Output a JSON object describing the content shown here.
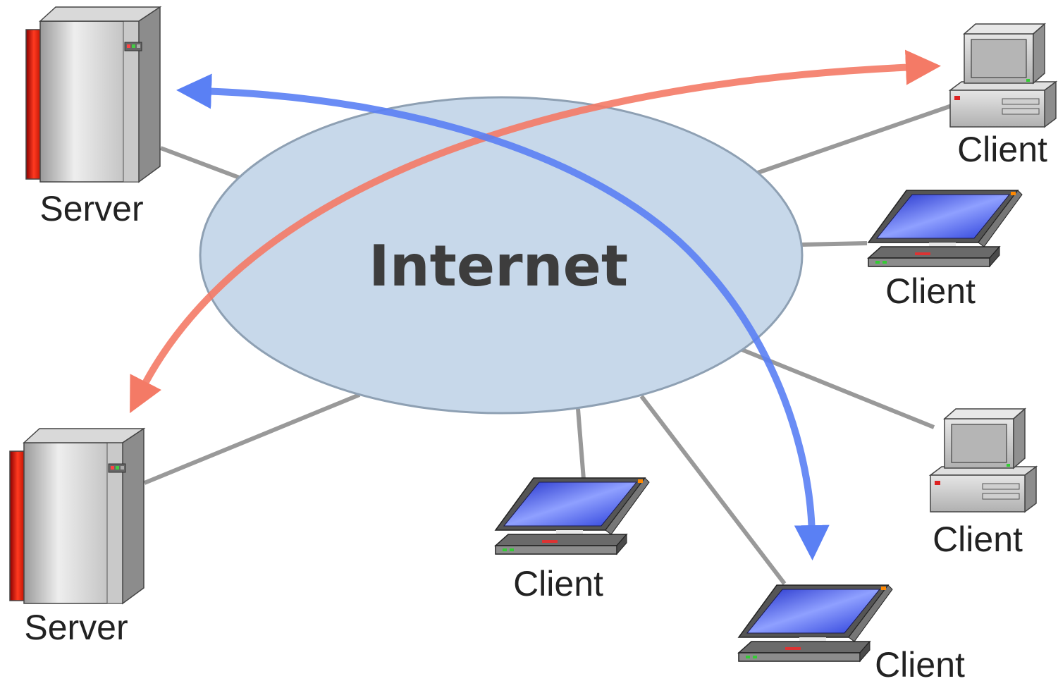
{
  "hub": {
    "label": "Internet"
  },
  "nodes": [
    {
      "type": "server",
      "label": "Server"
    },
    {
      "type": "server",
      "label": "Server"
    },
    {
      "type": "desktop",
      "label": "Client"
    },
    {
      "type": "laptop",
      "label": "Client"
    },
    {
      "type": "desktop",
      "label": "Client"
    },
    {
      "type": "laptop",
      "label": "Client"
    },
    {
      "type": "laptop",
      "label": "Client"
    }
  ],
  "flows": [
    {
      "color": "#f47a66",
      "from": "Server",
      "to": "Client"
    },
    {
      "color": "#5a80f4",
      "from": "Client",
      "to": "Server"
    }
  ],
  "colors": {
    "hub_fill": "#c7d8ea",
    "hub_stroke": "#8ea0b3",
    "link": "#999999"
  }
}
